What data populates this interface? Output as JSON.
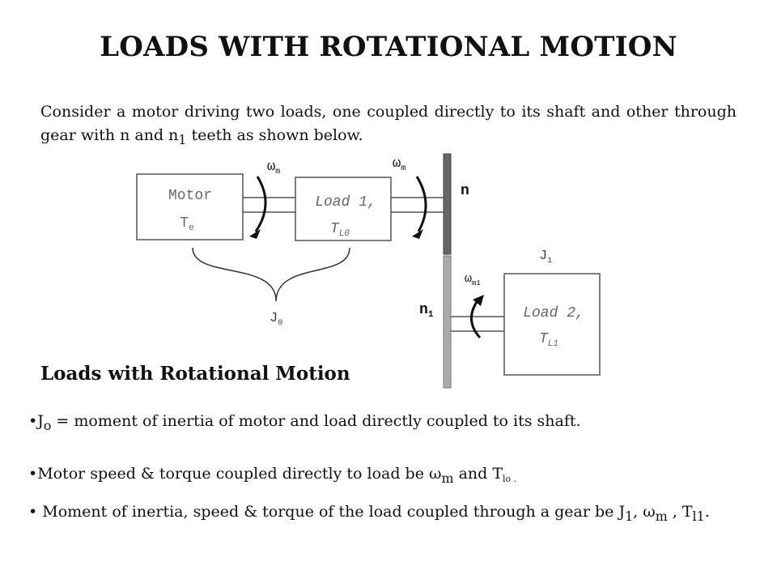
{
  "title": "LOADS WITH ROTATIONAL MOTION",
  "intro": {
    "before": "Consider a motor driving two loads, one coupled directly to its shaft and other through gear with n and n",
    "sub": "1",
    "after": " teeth as shown below."
  },
  "diagram": {
    "motor_line1": "Motor",
    "motor_T": "T",
    "motor_T_sub": "e",
    "load1_line1": "Load 1,",
    "load1_T": "T",
    "load1_T_sub": "L0",
    "load2_line1": "Load 2,",
    "load2_T": "T",
    "load2_T_sub": "L1",
    "omega_symbol": "ω",
    "omega_m_sub": "m",
    "omega_m1_sub": "m1",
    "gear_n": "n",
    "gear_n1": "n",
    "gear_n1_sub": "1",
    "J0": "J",
    "J0_sub": "0",
    "J1": "J",
    "J1_sub": "1"
  },
  "subtitle": "Loads with Rotational Motion",
  "bullets": {
    "b1_J": "J",
    "b1_J_sub": "o",
    "b1_text": " = moment of inertia of motor and load directly coupled to its shaft.",
    "b2_before": "Motor speed & torque coupled directly to load be ",
    "b2_omega": "ω",
    "b2_omega_sub": "m",
    "b2_mid": " and T",
    "b2_T_sub": "lo .",
    "b3_before": " Moment of inertia, speed & torque of the load coupled through a gear be J",
    "b3_J_sub": "1",
    "b3_mid": ", ",
    "b3_omega": "ω",
    "b3_omega_sub": "m",
    "b3_sep": " , T",
    "b3_T_sub": "l1",
    "b3_end": "."
  },
  "colors": {
    "box_stroke": "#555555",
    "gear_upper": "#666666",
    "gear_lower": "#aaaaaa",
    "text": "#111111"
  }
}
